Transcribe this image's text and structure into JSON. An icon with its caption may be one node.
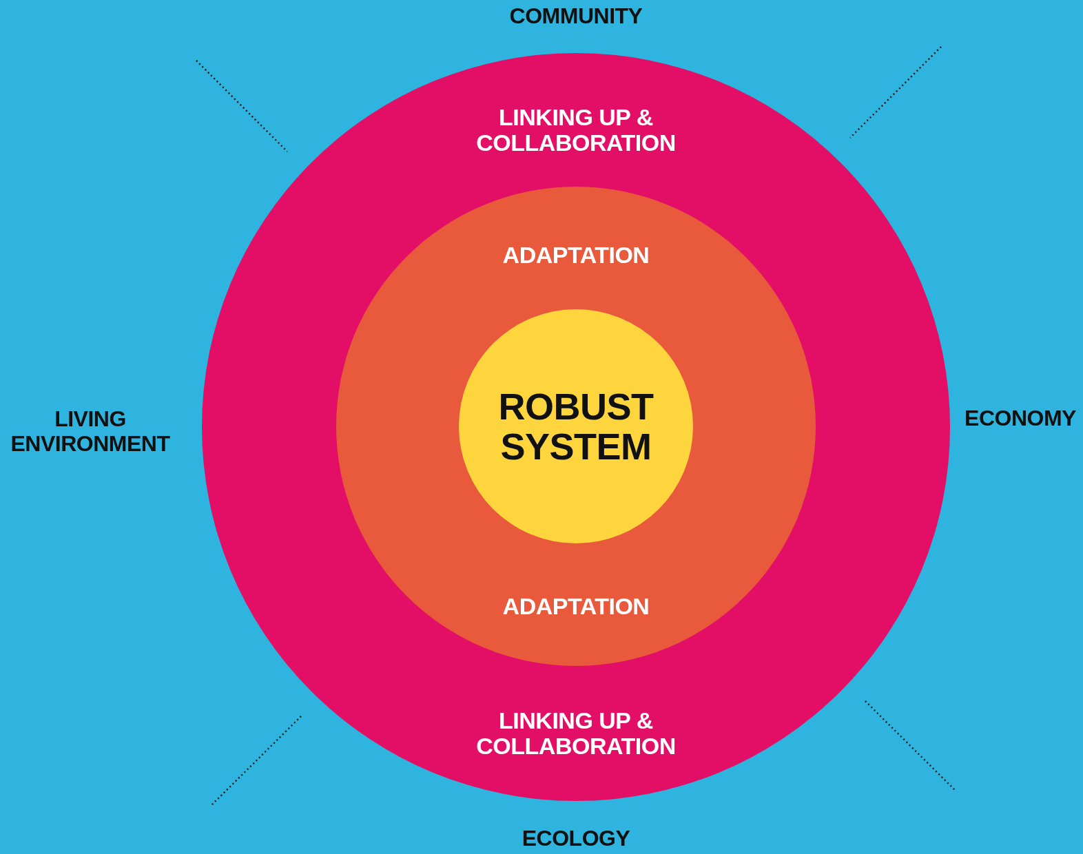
{
  "diagram": {
    "nodes": [
      {
        "text": [
          "LINKING UP & COLLABORATION",
          "LINKING UP & COLLABORATION"
        ]
      },
      {
        "text": [
          "ADAPTATION",
          "ADAPTATION"
        ],
        "in": 0
      },
      {
        "text": [
          "ROBUST SYSTEM"
        ],
        "in": 1
      }
    ],
    "labels": [
      "COMMUNITY",
      "LIVING ENVIRONMENT",
      "ECONOMY",
      "ECOLOGY"
    ]
  }
}
